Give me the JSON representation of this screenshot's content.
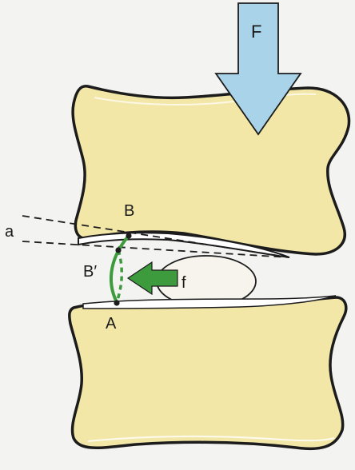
{
  "diagram": {
    "labels": {
      "force_big": "F",
      "force_small": "f",
      "angle": "a",
      "point_b": "B",
      "point_b_prime": "B′",
      "point_a": "A"
    },
    "colors": {
      "background": "#f3f3f1",
      "bone_fill": "#f3e7a8",
      "bone_back_fill": "#e8d88a",
      "outline": "#1c1c1c",
      "arrow_fill": "#a9d3e9",
      "ligament_green": "#3d9a3d",
      "nucleus_fill": "#f6f4ec"
    }
  }
}
